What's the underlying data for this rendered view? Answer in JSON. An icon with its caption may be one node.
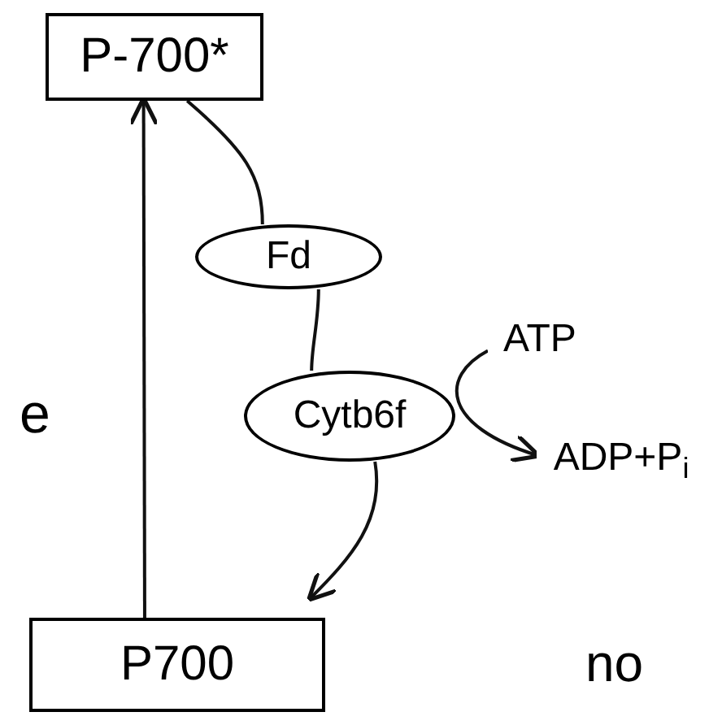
{
  "diagram": {
    "nodes": [
      {
        "text": [
          "P-700*"
        ]
      },
      {
        "text": [
          "Fd"
        ]
      },
      {
        "text": [
          "Cytb6f"
        ]
      },
      {
        "text": [
          "P700"
        ]
      },
      {
        "text": [
          "ATP"
        ]
      },
      {
        "text": [
          "ADP+P$_{i}$"
        ]
      }
    ],
    "edges": [
      {
        "from": 0,
        "to": 1,
        "arrow": "none"
      },
      {
        "from": 1,
        "to": 2,
        "arrow": "none"
      },
      {
        "from": 2,
        "to": 3,
        "arrow": "to"
      },
      {
        "from": 3,
        "to": 0,
        "arrow": "to"
      },
      {
        "from": 4,
        "to": 5,
        "arrow": "to"
      }
    ],
    "labels": [
      "e",
      "no"
    ]
  }
}
